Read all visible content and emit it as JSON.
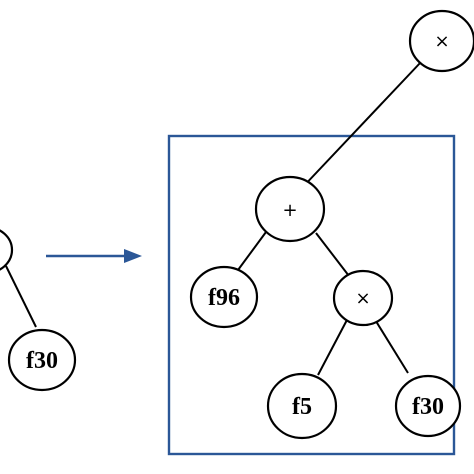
{
  "colors": {
    "frame": "#2b5797",
    "arrow": "#2b5797",
    "stroke": "#000000",
    "node_fill": "#ffffff"
  },
  "left_tree": {
    "partial_node_label": "",
    "leaf_label": "f30"
  },
  "transform_arrow": {
    "direction": "right"
  },
  "right_tree": {
    "root_label": "×",
    "plus_label": "+",
    "leaf_f96_label": "f96",
    "times_label": "×",
    "leaf_f5_label": "f5",
    "leaf_f30_label": "f30"
  }
}
